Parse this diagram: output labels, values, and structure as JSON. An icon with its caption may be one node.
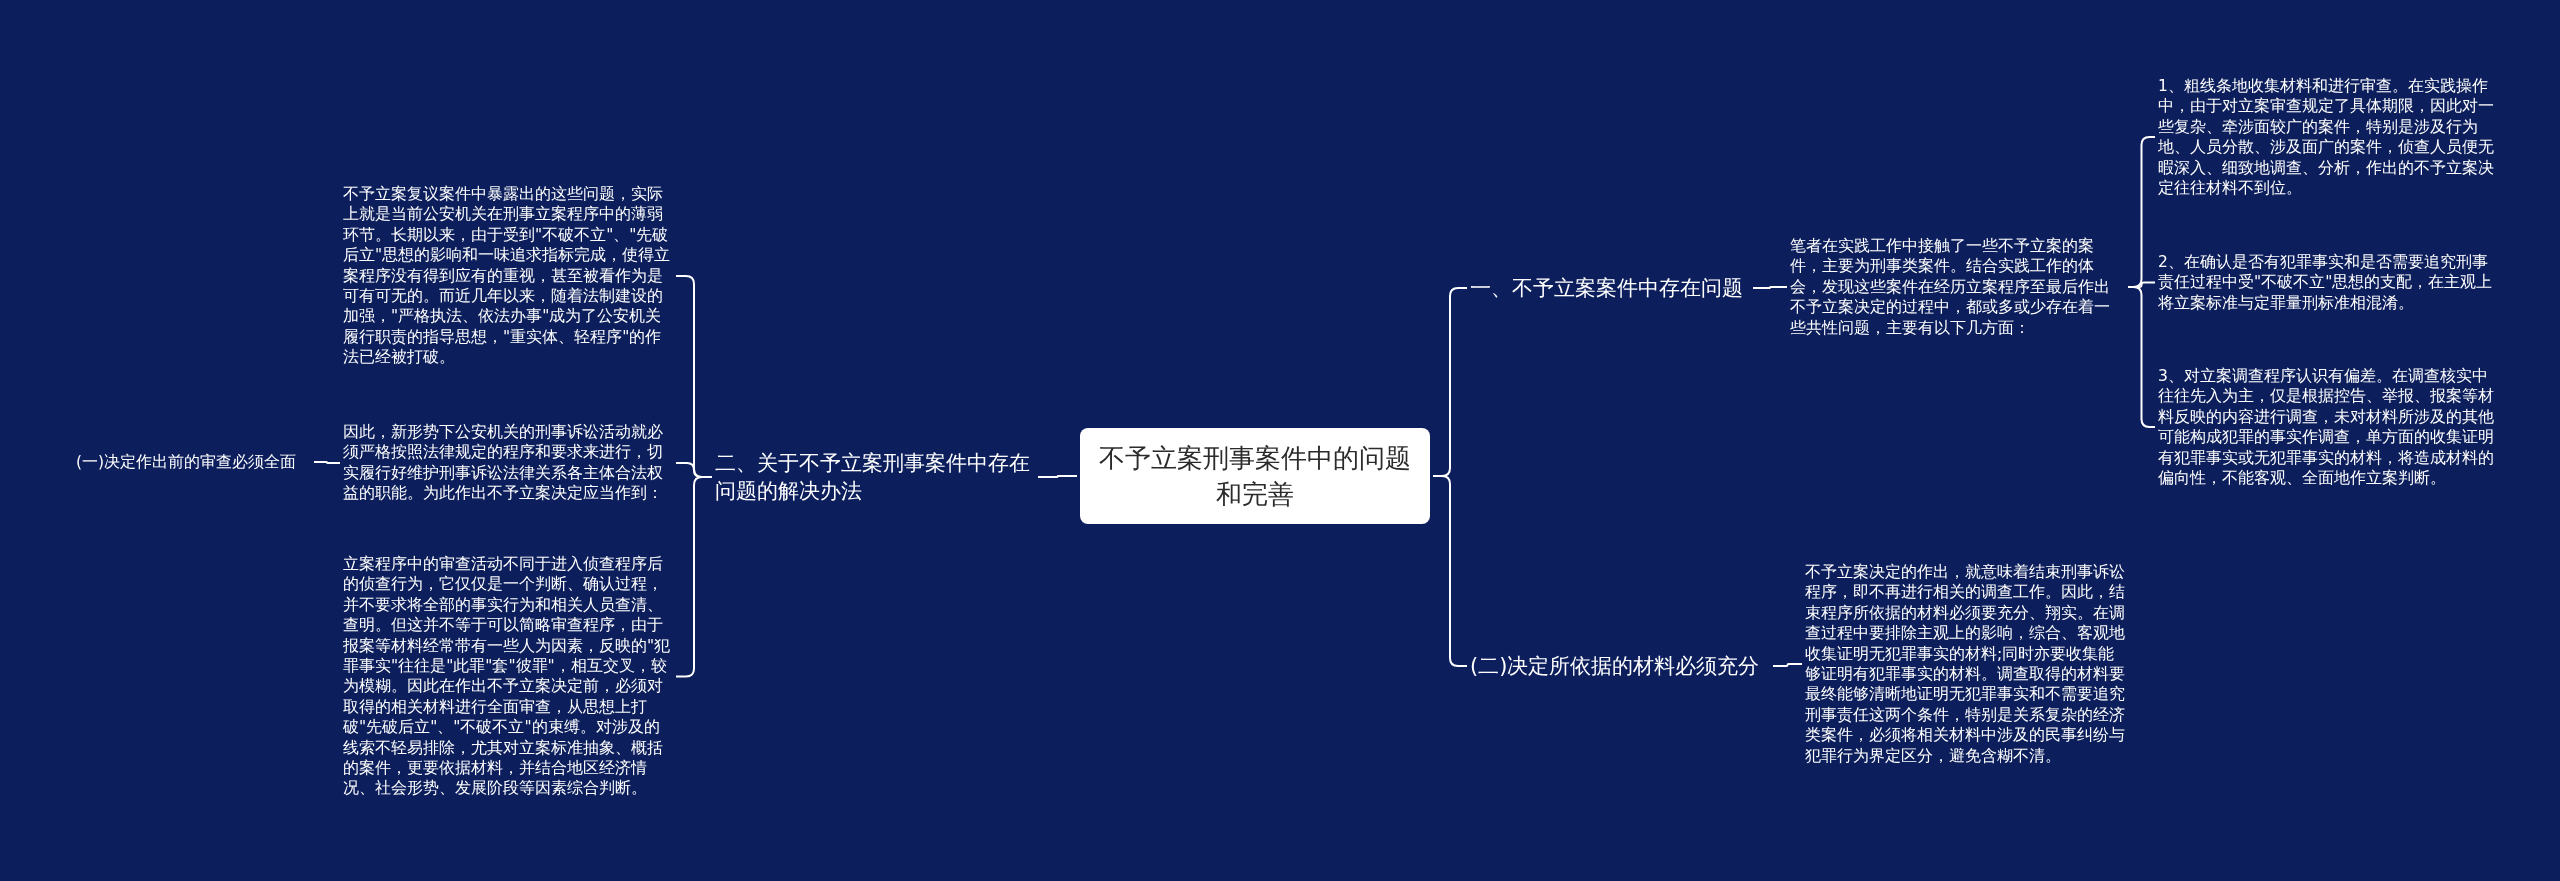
{
  "diagram": {
    "nodes": [
      {
        "text": [
          "不予立案刑事案件中的问题和完善"
        ]
      },
      {
        "text": [
          "一、不予立案案件中存在问题"
        ]
      },
      {
        "text": [
          "笔者在实践工作中接触了一些不予立案的案件，主要为刑事类案件。结合实践工作的体会，发现这些案件在经历立案程序至最后作出不予立案决定的过程中，都或多或少存在着一些共性问题，主要有以下几方面："
        ]
      },
      {
        "text": [
          "1、粗线条地收集材料和进行审查。在实践操作中，由于对立案审查规定了具体期限，因此对一些复杂、牵涉面较广的案件，特别是涉及行为地、人员分散、涉及面广的案件，侦查人员便无暇深入、细致地调查、分析，作出的不予立案决定往往材料不到位。"
        ]
      },
      {
        "text": [
          "2、在确认是否有犯罪事实和是否需要追究刑事责任过程中受\"不破不立\"思想的支配，在主观上将立案标准与定罪量刑标准相混淆。"
        ]
      },
      {
        "text": [
          "3、对立案调查程序认识有偏差。在调查核实中往往先入为主，仅是根据控告、举报、报案等材料反映的内容进行调查，未对材料所涉及的其他可能构成犯罪的事实作调查，单方面的收集证明有犯罪事实或无犯罪事实的材料，将造成材料的偏向性，不能客观、全面地作立案判断。"
        ]
      },
      {
        "text": [
          "(二)决定所依据的材料必须充分"
        ]
      },
      {
        "text": [
          "不予立案决定的作出，就意味着结束刑事诉讼程序，即不再进行相关的调查工作。因此，结束程序所依据的材料必须要充分、翔实。在调查过程中要排除主观上的影响，综合、客观地收集证明无犯罪事实的材料;同时亦要收集能够证明有犯罪事实的材料。调查取得的材料要最终能够清晰地证明无犯罪事实和不需要追究刑事责任这两个条件，特别是关系复杂的经济类案件，必须将相关材料中涉及的民事纠纷与犯罪行为界定区分，避免含糊不清。"
        ]
      },
      {
        "text": [
          "二、关于不予立案刑事案件中存在问题的解决办法"
        ]
      },
      {
        "text": [
          "不予立案复议案件中暴露出的这些问题，实际上就是当前公安机关在刑事立案程序中的薄弱环节。长期以来，由于受到\"不破不立\"、\"先破后立\"思想的影响和一味追求指标完成，使得立案程序没有得到应有的重视，甚至被看作为是可有可无的。而近几年以来，随着法制建设的加强，\"严格执法、依法办事\"成为了公安机关履行职责的指导思想，\"重实体、轻程序\"的作法已经被打破。"
        ]
      },
      {
        "text": [
          "因此，新形势下公安机关的刑事诉讼活动就必须严格按照法律规定的程序和要求来进行，切实履行好维护刑事诉讼法律关系各主体合法权益的职能。为此作出不予立案决定应当作到："
        ]
      },
      {
        "text": [
          "立案程序中的审查活动不同于进入侦查程序后的侦查行为，它仅仅是一个判断、确认过程，并不要求将全部的事实行为和相关人员查清、查明。但这并不等于可以简略审查程序，由于报案等材料经常带有一些人为因素，反映的\"犯罪事实\"往往是\"此罪\"套\"彼罪\"，相互交叉，较为模糊。因此在作出不予立案决定前，必须对取得的相关材料进行全面审查，从思想上打破\"先破后立\"、\"不破不立\"的束缚。对涉及的线索不轻易排除，尤其对立案标准抽象、概括的案件，更要依据材料，并结合地区经济情况、社会形势、发展阶段等因素综合判断。"
        ]
      },
      {
        "text": [
          "(一)决定作出前的审查必须全面"
        ]
      }
    ],
    "edges": [
      {
        "from": 0,
        "to": 1,
        "arrow": "none"
      },
      {
        "from": 1,
        "to": 2,
        "arrow": "none"
      },
      {
        "from": 2,
        "to": 3,
        "arrow": "none"
      },
      {
        "from": 2,
        "to": 4,
        "arrow": "none"
      },
      {
        "from": 2,
        "to": 5,
        "arrow": "none"
      },
      {
        "from": 0,
        "to": 6,
        "arrow": "none"
      },
      {
        "from": 6,
        "to": 7,
        "arrow": "none"
      },
      {
        "from": 0,
        "to": 8,
        "arrow": "none"
      },
      {
        "from": 8,
        "to": 9,
        "arrow": "none"
      },
      {
        "from": 8,
        "to": 10,
        "arrow": "none"
      },
      {
        "from": 8,
        "to": 11,
        "arrow": "none"
      },
      {
        "from": 10,
        "to": 12,
        "arrow": "none"
      }
    ]
  }
}
